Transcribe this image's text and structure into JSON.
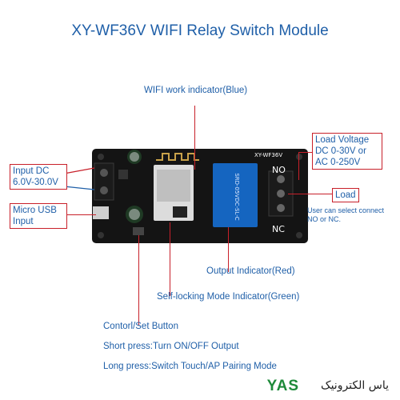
{
  "title": "XY-WF36V WIFI Relay Switch Module",
  "board_label": "XY-WF36V",
  "relay_text": "SRD-05VDC-SL-C",
  "terminal_no": "NO",
  "terminal_nc": "NC",
  "labels": {
    "wifi_indicator": "WIFI work indicator(Blue)",
    "input_dc_1": "Input DC",
    "input_dc_2": "6.0V-30.0V",
    "micro_usb_1": "Micro USB",
    "micro_usb_2": "Input",
    "load_voltage_1": "Load Voltage",
    "load_voltage_2": "DC 0-30V or",
    "load_voltage_3": "AC 0-250V",
    "load": "Load",
    "select_note_1": "User can select connect",
    "select_note_2": "NO or NC.",
    "output_indicator": "Output Indicator(Red)",
    "self_locking": "Self-locking Mode Indicator(Green)",
    "control_button": "Contorl/Set Button",
    "short_press": "Short press:Turn ON/OFF Output",
    "long_press": "Long press:Switch Touch/AP Pairing Mode"
  },
  "brand": {
    "latin": "YAS",
    "arabic": "یاس الکترونیک"
  },
  "colors": {
    "label_text": "#1f5fa8",
    "leader_line": "#c8202a",
    "board": "#141414",
    "relay": "#1565c0",
    "brand": "#1e8a3a"
  }
}
